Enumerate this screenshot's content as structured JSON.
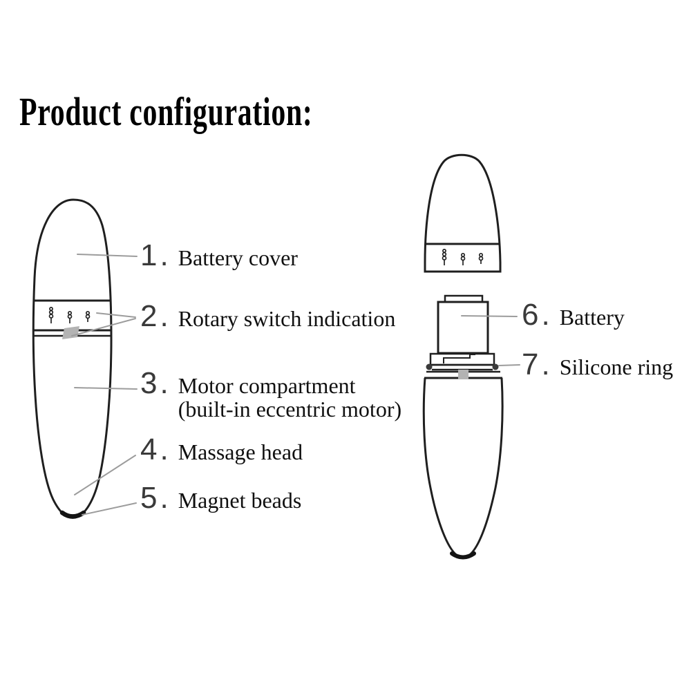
{
  "title": "Product configuration:",
  "labels": [
    {
      "num": "1.",
      "text": "Battery cover"
    },
    {
      "num": "2.",
      "text": "Rotary switch indication"
    },
    {
      "num": "3.",
      "text": "Motor compartment",
      "text2": "(built-in eccentric motor)"
    },
    {
      "num": "4.",
      "text": "Massage head"
    },
    {
      "num": "5.",
      "text": "Magnet beads"
    },
    {
      "num": "6.",
      "text": "Battery"
    },
    {
      "num": "7.",
      "text": "Silicone ring"
    }
  ],
  "colors": {
    "background": "#ffffff",
    "outline": "#1f1f1f",
    "leader_line": "#9c9c9c",
    "switch_slider": "#b3b3b3",
    "ring_end": "#3a3a3a"
  }
}
